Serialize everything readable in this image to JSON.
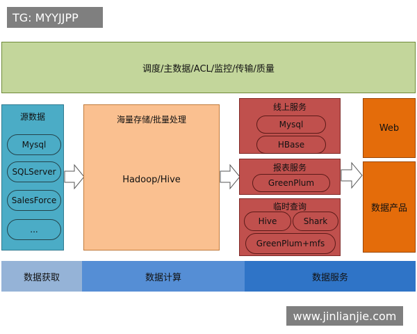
{
  "watermarks": {
    "top": "TG: MYYJJPP",
    "bottom": "www.jinlianjie.com"
  },
  "top_band": {
    "label": "调度/主数据/ACL/监控/传输/质量"
  },
  "source": {
    "title": "源数据",
    "items": [
      "Mysql",
      "SQLServer",
      "SalesForce",
      "..."
    ]
  },
  "compute": {
    "title": "海量存储/批量处理",
    "body": "Hadoop/Hive"
  },
  "services": {
    "online": {
      "title": "线上服务",
      "items": [
        "Mysql",
        "HBase"
      ]
    },
    "report": {
      "title": "报表服务",
      "items": [
        "GreenPlum"
      ]
    },
    "adhoc": {
      "title": "临时查询",
      "items": [
        "Hive",
        "Shark",
        "GreenPlum+mfs"
      ]
    }
  },
  "products": {
    "web": "Web",
    "data_product": "数据产品"
  },
  "bottom_bar": {
    "acquisition": "数据获取",
    "computation": "数据计算",
    "service": "数据服务"
  },
  "colors": {
    "top_band": "#c3d69b",
    "source": "#4bacc6",
    "compute": "#fac090",
    "service_red": "#c0504d",
    "product_orange": "#e46c0a",
    "bar_light": "#95b3d7",
    "bar_mid": "#558ed5",
    "bar_dark": "#2f74c7"
  }
}
